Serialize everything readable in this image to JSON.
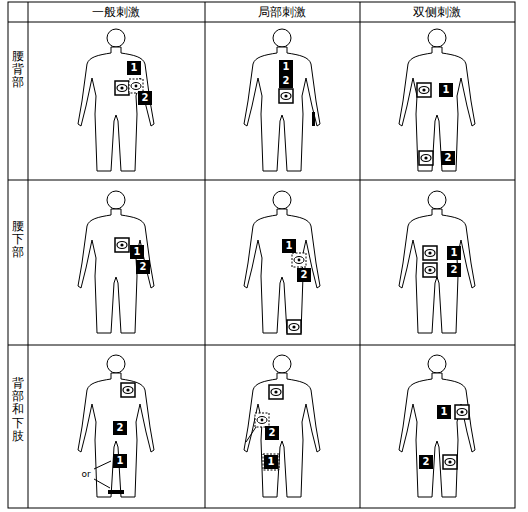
{
  "diagram": {
    "labels": [
      "一般刺激",
      "局部刺激",
      "双侧刺激",
      "腰背部",
      "腰下部",
      "背部和下肢",
      "1",
      "2",
      "1",
      "2",
      "1",
      "2",
      "1",
      "2",
      "1",
      "2",
      "1",
      "2",
      "2",
      "1",
      "or",
      "2",
      "1",
      "1",
      "2"
    ]
  }
}
